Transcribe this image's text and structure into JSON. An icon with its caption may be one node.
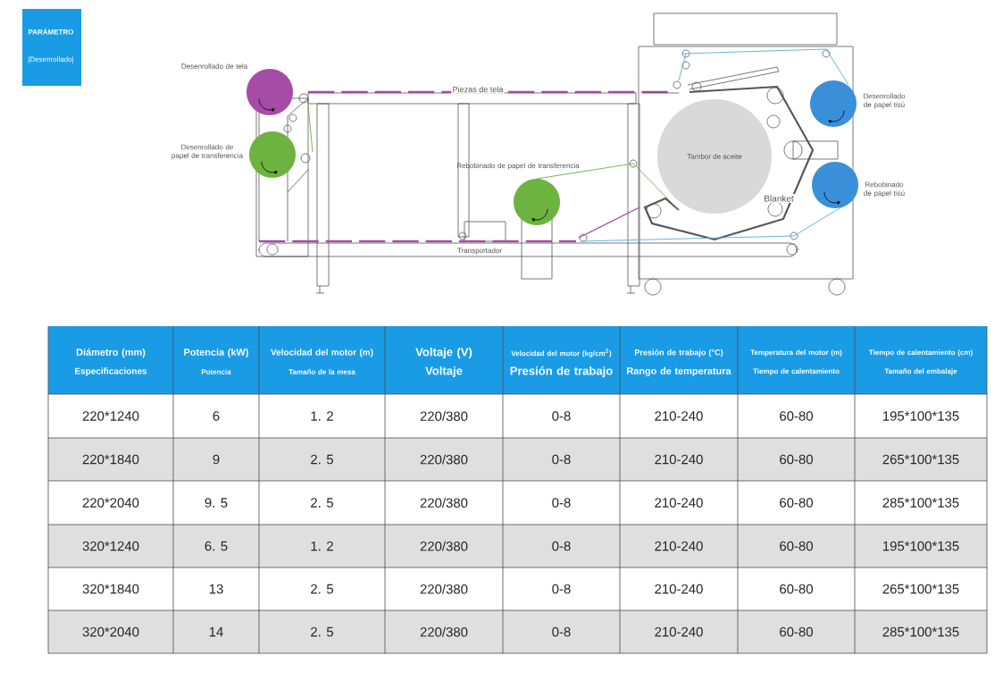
{
  "diagram": {
    "nodes": [
      {
        "text": [],
        "shape": "circle",
        "beside": [
          "Desenrollado de tela"
        ]
      },
      {
        "text": [],
        "shape": "circle",
        "beside": [
          "Desenrollado de papel de transferencia"
        ]
      },
      {
        "text": [],
        "shape": "circle",
        "beside": [
          "Rebobinado de papel de transferencia"
        ]
      },
      {
        "text": [
          "Tambor de aceite"
        ]
      },
      {
        "text": [],
        "shape": "circle",
        "beside": [
          "Desenrollado de papel tisú"
        ]
      },
      {
        "text": [],
        "shape": "circle",
        "beside": [
          "Rebobinado de papel tisú"
        ]
      }
    ],
    "labels": [
      "PARÁMETRO",
      "|Desenrollado|",
      "Piezas de tela",
      "Blanket",
      "Transportador",
      "Diámetro (mm)",
      "Especificaciones",
      "Potencia (kW)",
      "Potencia",
      "Velocidad del motor (m)",
      "Tamaño de la mesa",
      "Voltaje (V)",
      "Voltaje",
      "Velocidad del motor (kg/cm$^{2}$)",
      "Presión de trabajo",
      "Presión de trabajo (°C)",
      "Rango de temperatura",
      "Temperatura del motor (m)",
      "Tiempo de calentamiento",
      "Tiempo de calentamiento (cm)",
      "Tamaño del embalaje",
      "220*1240",
      "6",
      "1. 2",
      "220/380",
      "0-8",
      "210-240",
      "60-80",
      "195*100*135",
      "220*1840",
      "9",
      "2. 5",
      "220/380",
      "0-8",
      "210-240",
      "60-80",
      "265*100*135",
      "220*2040",
      "9. 5",
      "2. 5",
      "220/380",
      "0-8",
      "210-240",
      "60-80",
      "285*100*135",
      "320*1240",
      "6. 5",
      "1. 2",
      "220/380",
      "0-8",
      "210-240",
      "60-80",
      "195*100*135",
      "320*1840",
      "13",
      "2. 5",
      "220/380",
      "0-8",
      "210-240",
      "60-80",
      "265*100*135",
      "320*2040",
      "14",
      "2. 5",
      "220/380",
      "0-8",
      "210-240",
      "60-80",
      "285*100*135"
    ]
  }
}
